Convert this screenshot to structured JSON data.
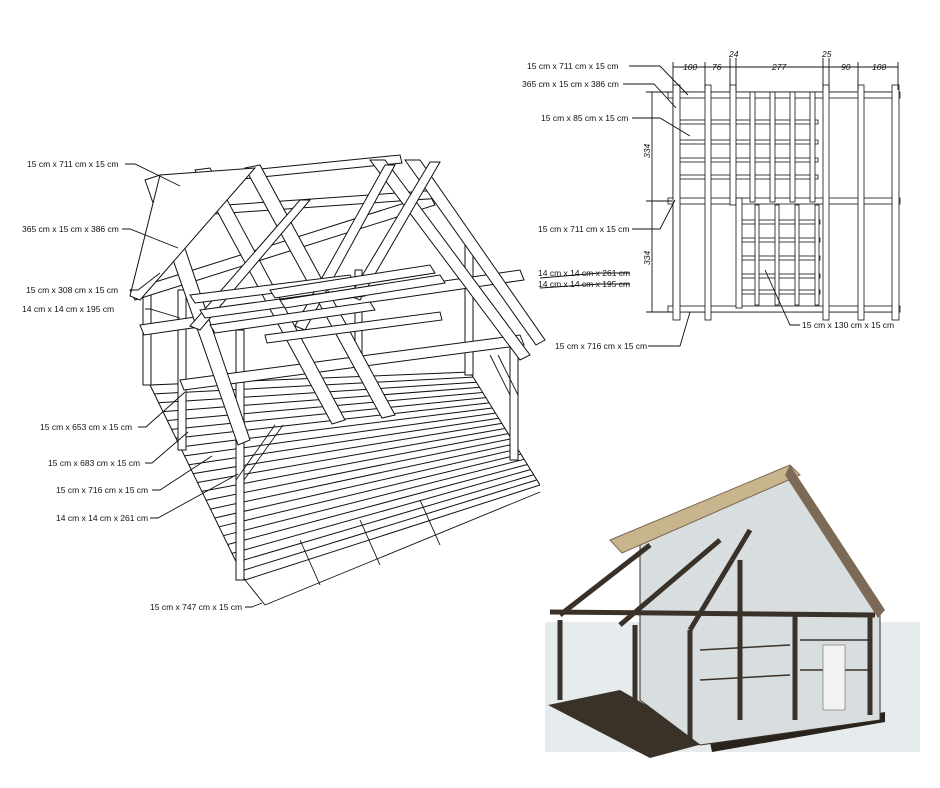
{
  "iso_labels": [
    "15 cm x 711 cm x 15 cm",
    "365 cm x 15 cm x 386 cm",
    "15 cm x 308 cm x 15 cm",
    "14 cm x 14 cm x 195 cm",
    "15 cm x 653 cm x 15 cm",
    "15 cm x 683 cm x 15 cm",
    "15 cm x 716 cm x 15 cm",
    "14 cm x 14 cm x 261 cm",
    "15 cm x 747 cm x 15 cm"
  ],
  "plan_labels": [
    "15 cm x 711 cm x 15 cm",
    "365 cm x 15 cm x 386 cm",
    "15 cm x 85 cm x 15 cm",
    "15 cm x 711 cm x 15 cm",
    "14 cm x 14 cm x 261 cm",
    "14 cm x 14 cm x 195 cm",
    "15 cm x 130 cm x 15 cm",
    "15 cm x 716 cm x 15 cm"
  ],
  "plan_dims_top": [
    "100",
    "76",
    "277",
    "90",
    "108"
  ],
  "plan_dims_top_upper": [
    "24",
    "25"
  ],
  "plan_dims_side": [
    "334",
    "334"
  ],
  "colors": {
    "line": "#111111",
    "roof": "#c8b58d",
    "timber": "#3a3128",
    "glass": "#d8dde0",
    "backdrop": "#e6ebee"
  }
}
